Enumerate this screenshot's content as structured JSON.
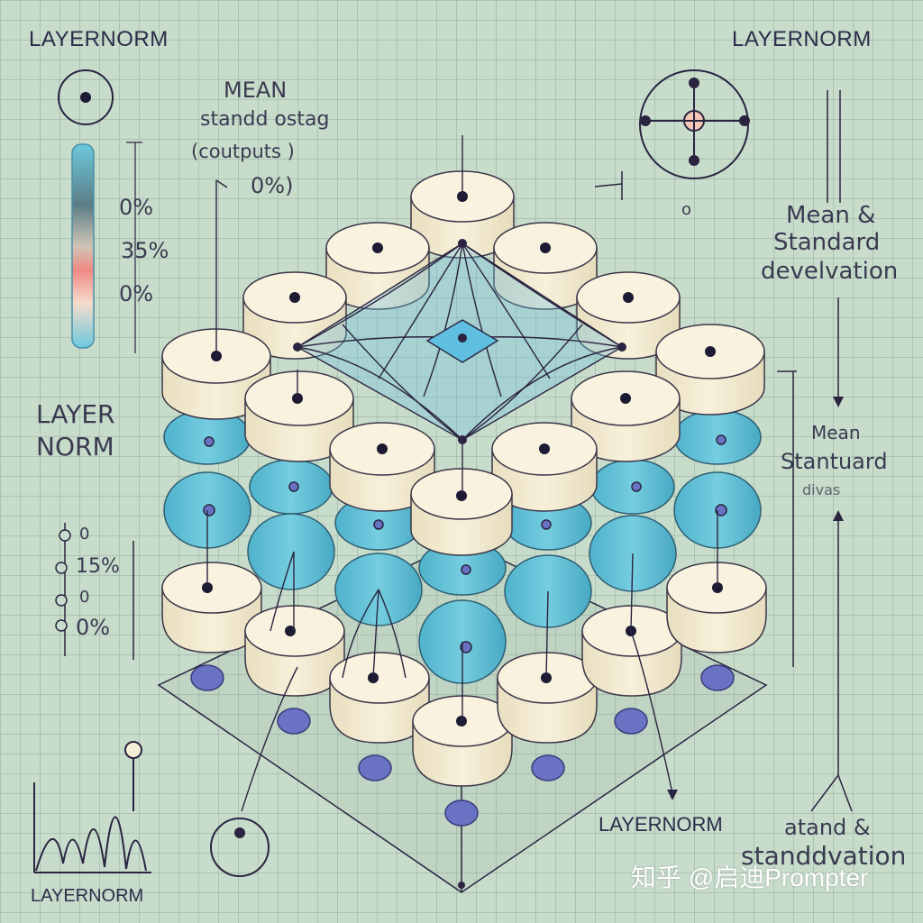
{
  "labels": {
    "top_left": "LAYERNORM",
    "top_right": "LAYERNORM",
    "mean_caps": "MEAN",
    "std_line": "standd ostag",
    "outputs_line": "(coutputs )",
    "zero_percent_top": "0%)",
    "mean_std_right_line1": "Mean &",
    "mean_std_right_line2": "Standard",
    "mean_std_right_line3": "develvation",
    "left_layer": "LAYER",
    "left_norm": "NORM",
    "right_mean_small": "Mean",
    "right_standard": "Stantuard",
    "right_divas": "divas",
    "center_bottom": "LAYERNORM",
    "bottom_left": "LAYERNORM",
    "bottom_right_line1": "atand &",
    "bottom_right_line2": "standdvation",
    "small_mark": "o",
    "bar_pct_1": "0%",
    "bar_pct_2": "35%",
    "bar_pct_3": "0%",
    "chain_pct_1": "0",
    "chain_pct_2": "15%",
    "chain_pct_3": "0",
    "chain_pct_4": "0%",
    "watermark": "知乎 @启迪Prompter"
  },
  "colors": {
    "background": "#c8dccb",
    "cream_node": "#f6efd8",
    "blue_node": "#6cc8dc",
    "accent_dark": "#2a2440",
    "grid": "#8aa596"
  },
  "icons": {
    "top_left": "target-circle-icon",
    "top_right": "compass-circle-icon",
    "bottom_left_chart": "wave-chart-icon",
    "bottom_circle": "node-circle-icon"
  }
}
